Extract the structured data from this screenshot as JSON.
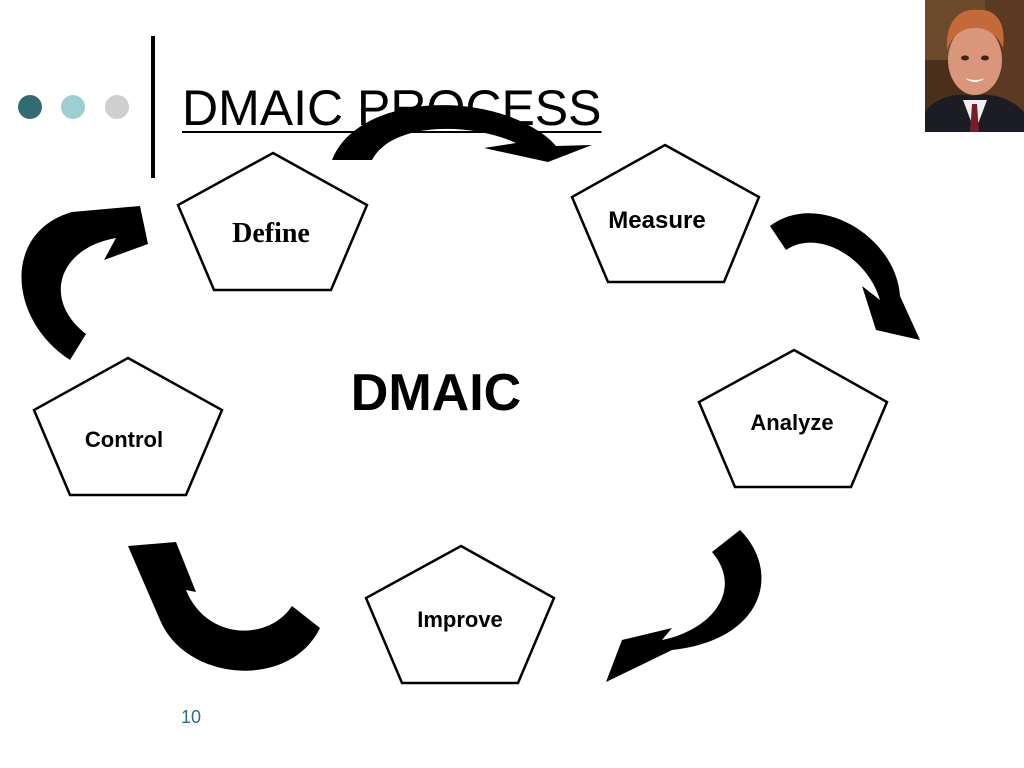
{
  "slide": {
    "title": "DMAIC PROCESS",
    "page_number": "10"
  },
  "diagram": {
    "center_label": "DMAIC",
    "steps": [
      {
        "id": "define",
        "label": "Define"
      },
      {
        "id": "measure",
        "label": "Measure"
      },
      {
        "id": "analyze",
        "label": "Analyze"
      },
      {
        "id": "improve",
        "label": "Improve"
      },
      {
        "id": "control",
        "label": "Control"
      }
    ]
  },
  "colors": {
    "dot_dark": "#336b73",
    "dot_mid": "#9ccfd3",
    "dot_light": "#cfcfcf",
    "page_number": "#2a6c86"
  },
  "icons": [
    "portrait-photo",
    "curved-arrow-icon"
  ]
}
